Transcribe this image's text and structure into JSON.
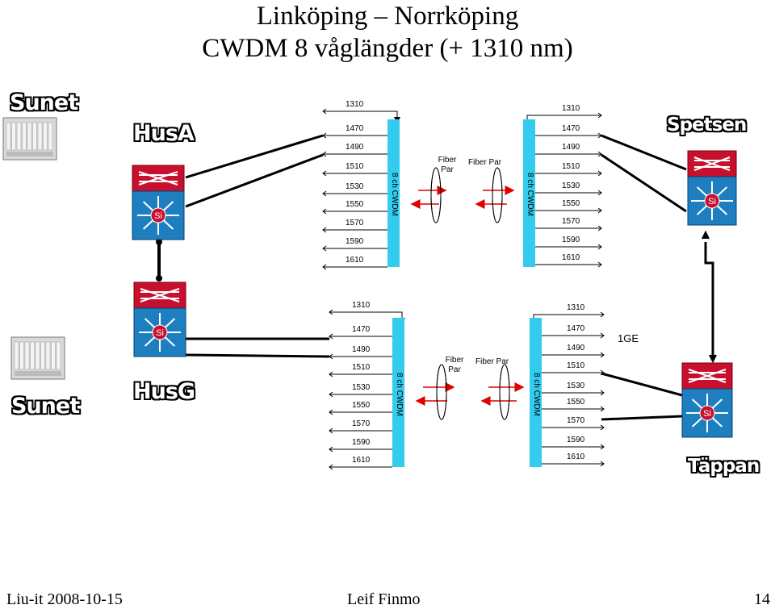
{
  "title": {
    "line1": "Linköping – Norrköping",
    "line2": "CWDM 8 våglängder  (+ 1310 nm)"
  },
  "sites": {
    "sunet_top": "Sunet",
    "husa": "HusA",
    "spetsen": "Spetsen",
    "husg": "HusG",
    "sunet_bottom": "Sunet",
    "tappan": "Täppan"
  },
  "mux_label": "8 ch CWDM",
  "fiber_par": {
    "left": "Fiber Par",
    "right": "Fiber Par"
  },
  "wavelengths": {
    "top_left": [
      "1310",
      "1470",
      "1490",
      "1510",
      "1530",
      "1550",
      "1570",
      "1590",
      "1610"
    ],
    "top_right": [
      "1310",
      "1470",
      "1490",
      "1510",
      "1530",
      "1550",
      "1570",
      "1590",
      "1610"
    ],
    "bottom_left": [
      "1310",
      "1470",
      "1490",
      "1510",
      "1530",
      "1550",
      "1570",
      "1590",
      "1610"
    ],
    "bottom_right": [
      "1310",
      "1470",
      "1490",
      "1510",
      "1530",
      "1550",
      "1570",
      "1590",
      "1610"
    ]
  },
  "ge_label": "1GE",
  "switch_badge": "Si",
  "footer": {
    "left": "Liu-it 2008-10-15",
    "center": "Leif Finmo",
    "right": "14"
  },
  "colors": {
    "mux": "#33ccee",
    "switch_top": "#c8102e",
    "switch_bottom": "#1e7fc0",
    "arrow": "#e00000"
  }
}
